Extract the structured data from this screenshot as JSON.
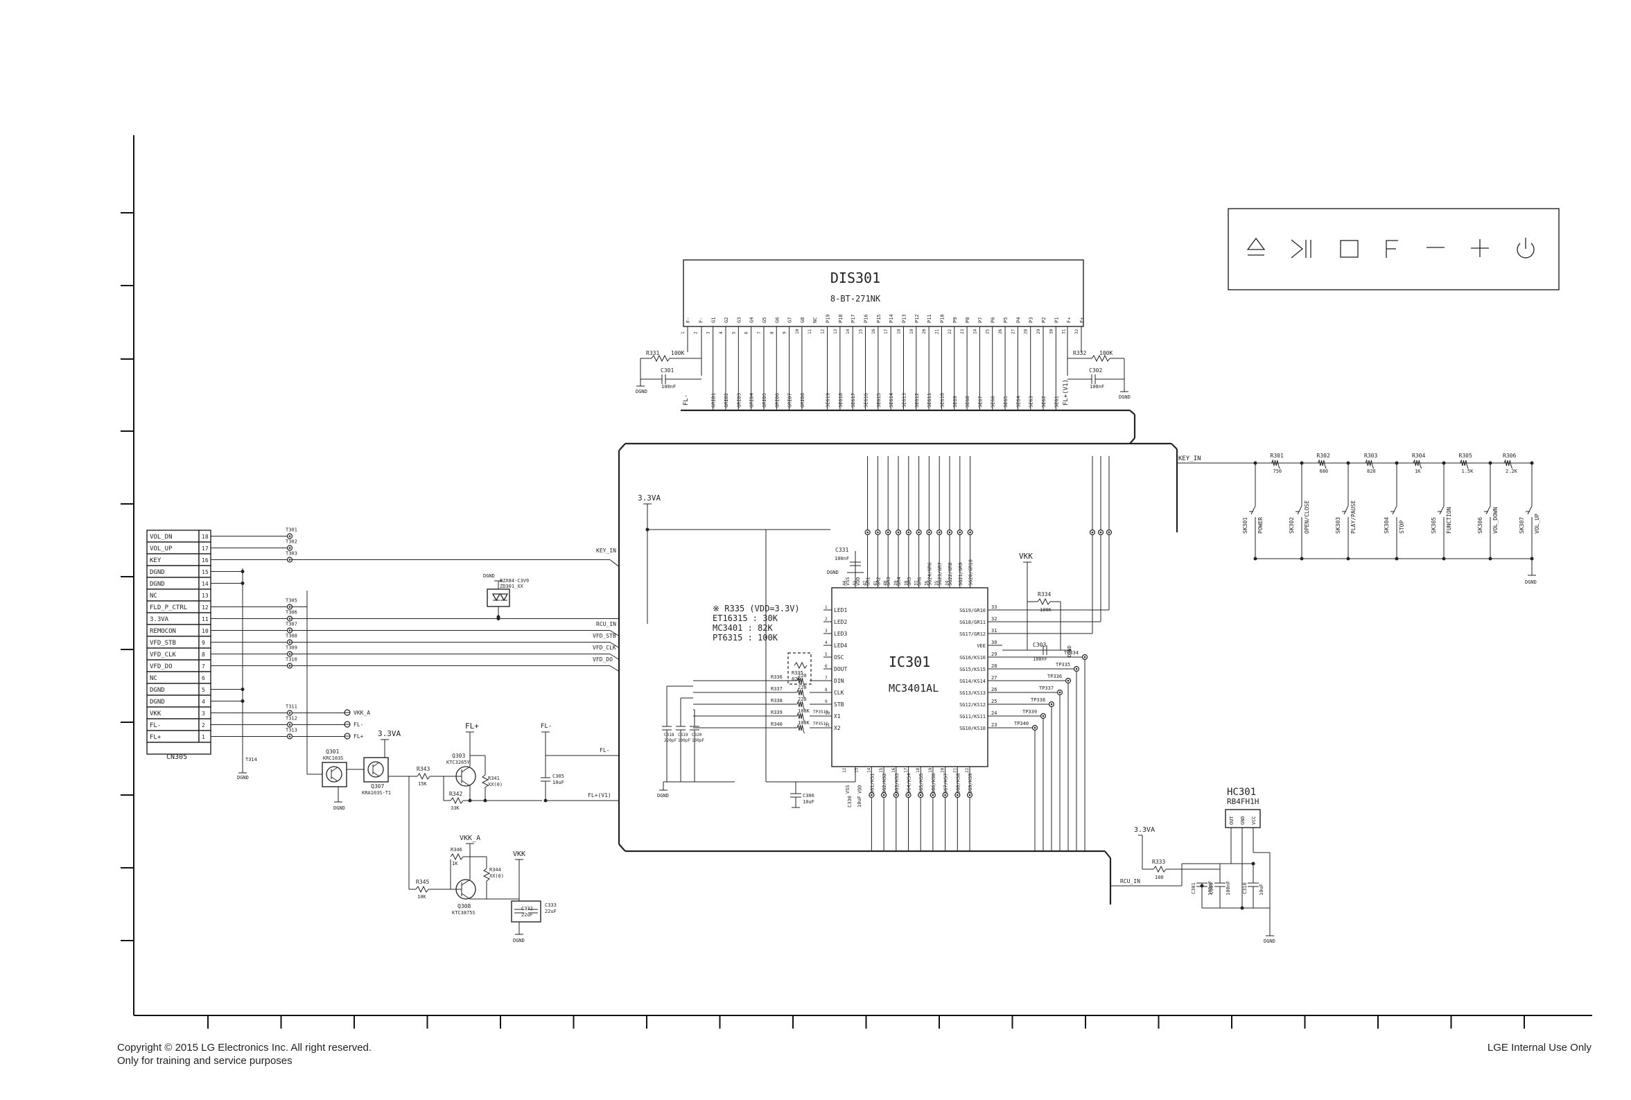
{
  "dis301": {
    "title": "DIS301",
    "part": "8-BT-271NK",
    "top_pins": [
      "F-",
      "F-",
      "G1",
      "G2",
      "G3",
      "G4",
      "G5",
      "G6",
      "G7",
      "G8",
      "NC",
      "P19",
      "P18",
      "P17",
      "P16",
      "P15",
      "P14",
      "P13",
      "P12",
      "P11",
      "P10",
      "P9",
      "P8",
      "P7",
      "P6",
      "P5",
      "P4",
      "P3",
      "P2",
      "P1",
      "F+",
      "F+"
    ],
    "left_r": "R331",
    "left_r_val": "100K",
    "left_c": "C301",
    "left_c_val": "100nF",
    "right_r": "R332",
    "right_r_val": "100K",
    "right_c": "C302",
    "right_c_val": "100nF",
    "fl_minus": "FL-",
    "fl_plus_v": "FL+(V1)"
  },
  "vfd_net_labels": [
    "GRID1",
    "GRID2",
    "GRID3",
    "GRID4",
    "GRID5",
    "GRID6",
    "GRID7",
    "GRID8",
    "SEG19",
    "SEG18",
    "SEG17",
    "SEG16",
    "SEG15",
    "SEG14",
    "SEG13",
    "SEG12",
    "SEG11",
    "SEG10",
    "SEG9",
    "SEG8",
    "SEG7",
    "SEG6",
    "SEG5",
    "SEG4",
    "SEG3",
    "SEG2",
    "SEG1"
  ],
  "front_panel_icons": [
    {
      "name": "eject-icon",
      "glyph": "⏏"
    },
    {
      "name": "play-pause-icon",
      "glyph": "▶||"
    },
    {
      "name": "stop-icon",
      "glyph": "□"
    },
    {
      "name": "function-icon",
      "glyph": "F"
    },
    {
      "name": "volume-down-icon",
      "glyph": "−"
    },
    {
      "name": "volume-up-icon",
      "glyph": "+"
    },
    {
      "name": "power-icon",
      "glyph": "⏻"
    }
  ],
  "cn305": {
    "label": "CN305",
    "pins": [
      {
        "name": "VOL_DN",
        "num": "18"
      },
      {
        "name": "VOL_UP",
        "num": "17"
      },
      {
        "name": "KEY",
        "num": "16"
      },
      {
        "name": "DGND",
        "num": "15"
      },
      {
        "name": "DGND",
        "num": "14"
      },
      {
        "name": "NC",
        "num": "13"
      },
      {
        "name": "FLD_P_CTRL",
        "num": "12"
      },
      {
        "name": "3.3VA",
        "num": "11"
      },
      {
        "name": "REMOCON",
        "num": "10"
      },
      {
        "name": "VFD_STB",
        "num": "9"
      },
      {
        "name": "VFD_CLK",
        "num": "8"
      },
      {
        "name": "VFD_DO",
        "num": "7"
      },
      {
        "name": "NC",
        "num": "6"
      },
      {
        "name": "DGND",
        "num": "5"
      },
      {
        "name": "DGND",
        "num": "4"
      },
      {
        "name": "VKK",
        "num": "3"
      },
      {
        "name": "FL-",
        "num": "2"
      },
      {
        "name": "FL+",
        "num": "1"
      }
    ],
    "test_points": [
      "T301",
      "T302",
      "T303",
      "T305",
      "T306",
      "T307",
      "T308",
      "T309",
      "T310",
      "T311",
      "T312",
      "T313",
      "T314"
    ],
    "dgnd": "DGND"
  },
  "bus_labels": {
    "key_in": "KEY_IN",
    "rcu_in": "RCU_IN",
    "vfd_stb": "VFD_STB",
    "vfd_clk": "VFD_CLK",
    "vfd_do": "VFD_DO",
    "vkk_a": "VKK_A",
    "fl_minus": "FL-",
    "fl_plus": "FL+",
    "fl_plus_v1": "FL+(V1)"
  },
  "zener": {
    "ref": "ZD301_XX",
    "part": "BZX84-C3V9",
    "gnd": "DGND"
  },
  "ic301": {
    "ref": "IC301",
    "part": "MC3401AL",
    "left_pins": [
      "LED1",
      "LED2",
      "LED3",
      "LED4",
      "OSC",
      "DOUT",
      "DIN",
      "CLK",
      "STB",
      "X1",
      "X2"
    ],
    "left_nums": [
      "1",
      "2",
      "3",
      "4",
      "5",
      "6",
      "7",
      "8",
      "9",
      "10",
      "11"
    ],
    "right_pins": [
      "SG19/GR10",
      "SG18/GR11",
      "SG17/GR12",
      "VEE",
      "SG16/KS16",
      "SG15/KS15",
      "SG14/KS14",
      "SG13/KS13",
      "SG12/KS12",
      "SG11/KS11",
      "SG10/KS10"
    ],
    "right_nums": [
      "33",
      "32",
      "31",
      "30",
      "29",
      "28",
      "27",
      "26",
      "25",
      "24",
      "23"
    ],
    "top_pins": [
      "VSS",
      "VDD",
      "GR1",
      "GR2",
      "GR3",
      "GR4",
      "GR5",
      "GR6",
      "SG24/GR6",
      "SG23/GR7",
      "SG22/GR8",
      "SG21/GR9",
      "SG20/GR10"
    ],
    "top_nums": [
      "44",
      "43",
      "42",
      "41",
      "40",
      "39",
      "38",
      "37",
      "36",
      "35",
      "34"
    ],
    "bottom_pins": [
      "VSS",
      "VDD",
      "SG1/KS1",
      "SG2/KS2",
      "SG3/KS3",
      "SG4/KS4",
      "SG5/KS5",
      "SG6/KS6",
      "SG7/KS7",
      "SG8/KS8",
      "SG9/KS9"
    ],
    "bottom_nums": [
      "12",
      "13",
      "14",
      "15",
      "16",
      "17",
      "18",
      "19",
      "20",
      "21",
      "22"
    ],
    "note_lines": [
      "※ R335 (VDD=3.3V)",
      "ET16315 : 30K",
      "MC3401  : 82K",
      "PT6315  : 100K"
    ],
    "vkk": "VKK",
    "r334": "R334",
    "r334_val": "100K",
    "c303": "C303",
    "c303_val": "100nF",
    "c331": "C331",
    "c331_val": "100nF",
    "dgnd": "DGND",
    "left_resistors": [
      {
        "ref": "R336",
        "val": "220"
      },
      {
        "ref": "R337",
        "val": "220"
      },
      {
        "ref": "R338",
        "val": "220"
      },
      {
        "ref": "R339",
        "val": "100K"
      },
      {
        "ref": "R340",
        "val": "100K"
      }
    ],
    "r335": "R335",
    "r335_val": "82K",
    "tp_left": [
      "TP3510",
      "TP3511"
    ],
    "caps_bottom": [
      {
        "ref": "C318",
        "val": "220pF"
      },
      {
        "ref": "C319",
        "val": "100pF"
      },
      {
        "ref": "C320",
        "val": "100pF"
      }
    ],
    "c306": "C306",
    "c306_val": "10uF",
    "c330": "C330",
    "c330_val": "10uF",
    "tp_right": [
      "TP334",
      "TP335",
      "TP336",
      "TP337",
      "TP338",
      "TP339",
      "TP340"
    ],
    "supply": "3.3VA"
  },
  "key_ladder": {
    "net": "KEY_IN",
    "resistors": [
      {
        "ref": "R301",
        "val": "750"
      },
      {
        "ref": "R302",
        "val": "680"
      },
      {
        "ref": "R303",
        "val": "820"
      },
      {
        "ref": "R304",
        "val": "1K"
      },
      {
        "ref": "R305",
        "val": "1.5K"
      },
      {
        "ref": "R306",
        "val": "2.2K"
      }
    ],
    "switches": [
      {
        "ref": "SK301",
        "label": "POWER"
      },
      {
        "ref": "SK302",
        "label": "OPEN/CLOSE"
      },
      {
        "ref": "SK303",
        "label": "PLAY/PAUSE"
      },
      {
        "ref": "SK304",
        "label": "STOP"
      },
      {
        "ref": "SK305",
        "label": "FUNCTION"
      },
      {
        "ref": "SK306",
        "label": "VOL_DOWN"
      },
      {
        "ref": "SK307",
        "label": "VOL_UP"
      }
    ],
    "gnd": "DGND"
  },
  "power_section": {
    "supply": "3.3VA",
    "q301": "Q301",
    "q301_part": "KRC103S",
    "q307": "Q307",
    "q307_part": "KRA103S-T1",
    "q303": "Q303",
    "q303_part": "KTC3265Y",
    "q308": "Q308",
    "q308_part": "KTC3875S",
    "resistors": [
      {
        "ref": "R343",
        "val": "15K"
      },
      {
        "ref": "R342",
        "val": "33K"
      },
      {
        "ref": "R341",
        "val": "XX(0)"
      },
      {
        "ref": "R345",
        "val": "10K"
      },
      {
        "ref": "R346",
        "val": "1K"
      },
      {
        "ref": "R344",
        "val": "XX(0)"
      }
    ],
    "c305": "C305",
    "c305_val": "10uF",
    "c332": "C332",
    "c332_val": "22uF",
    "c333": "C333",
    "c333_val": "22uF",
    "fl_plus": "FL+",
    "fl_minus": "FL-",
    "vkk_a": "VKK_A",
    "vkk": "VKK",
    "dgnd": "DGND"
  },
  "hc301": {
    "ref": "HC301",
    "part": "RB4FH1H",
    "pins": [
      "OUT",
      "GND",
      "VCC"
    ],
    "supply": "3.3VA",
    "r333": "R333",
    "r333_val": "100",
    "caps": [
      {
        "ref": "C301",
        "val": "100pF"
      },
      {
        "ref": "C309",
        "val": "100nF"
      },
      {
        "ref": "C310",
        "val": "10uF"
      }
    ],
    "rcu_in": "RCU_IN",
    "gnd": "DGND"
  },
  "footer": {
    "copyright": "Copyright © 2015 LG Electronics Inc. All right reserved.",
    "usage": "Only for training and service purposes",
    "internal": "LGE Internal Use Only"
  }
}
